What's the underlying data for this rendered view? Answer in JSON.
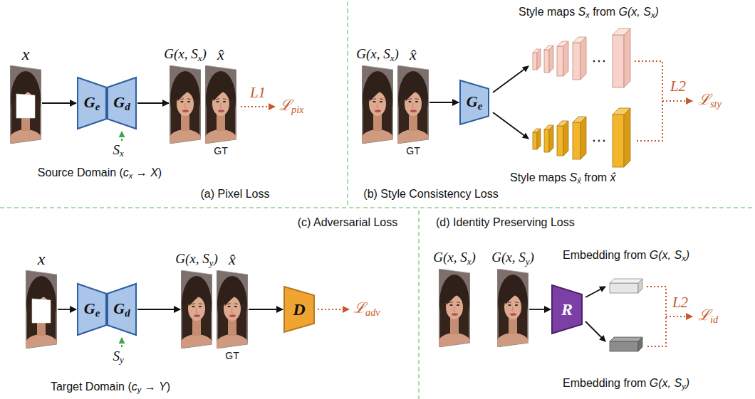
{
  "diagram": {
    "nodes": [
      {
        "text": [
          "x"
        ]
      },
      {
        "text": [
          "Ge"
        ]
      },
      {
        "text": [
          "Gd"
        ]
      },
      {
        "text": [
          "G(x, Sx)"
        ]
      },
      {
        "text": [
          "x̂",
          "GT"
        ]
      },
      {
        "text": [
          "G(x, Sx)"
        ]
      },
      {
        "text": [
          "x̂",
          "GT"
        ]
      },
      {
        "text": [
          "Ge"
        ]
      },
      {
        "text": [
          "x"
        ]
      },
      {
        "text": [
          "Ge"
        ]
      },
      {
        "text": [
          "Gd"
        ]
      },
      {
        "text": [
          "G(x, Sy)"
        ]
      },
      {
        "text": [
          "x̂",
          "GT"
        ]
      },
      {
        "text": [
          "D"
        ]
      },
      {
        "text": [
          "G(x, Sx)"
        ]
      },
      {
        "text": [
          "G(x, Sy)"
        ]
      },
      {
        "text": [
          "R"
        ]
      }
    ],
    "edges": [
      {
        "from": 0,
        "to": 1,
        "arrow": "to"
      },
      {
        "from": 2,
        "to": 3,
        "arrow": "to"
      },
      {
        "from": 6,
        "to": 7,
        "arrow": "to"
      },
      {
        "from": 8,
        "to": 9,
        "arrow": "to"
      },
      {
        "from": 10,
        "to": 11,
        "arrow": "to"
      },
      {
        "from": 12,
        "to": 13,
        "arrow": "to"
      },
      {
        "from": 15,
        "to": 16,
        "arrow": "to"
      }
    ],
    "labels": [
      "Sx",
      "L1",
      "ℒpix",
      "Source Domain (cx → X)",
      "(a) Pixel Loss",
      "Style maps Sx from G(x, Sx)",
      "L2",
      "ℒsty",
      "Style maps Sx̂ from x̂",
      "(b) Style Consistency Loss",
      "(c) Adversarial Loss",
      "Sy",
      "ℒadv",
      "Target Domain (cy → Y)",
      "(d) Identity Preserving Loss",
      "Embedding from G(x, Sx)",
      "L2",
      "ℒid",
      "Embedding from G(x, Sy)"
    ]
  }
}
